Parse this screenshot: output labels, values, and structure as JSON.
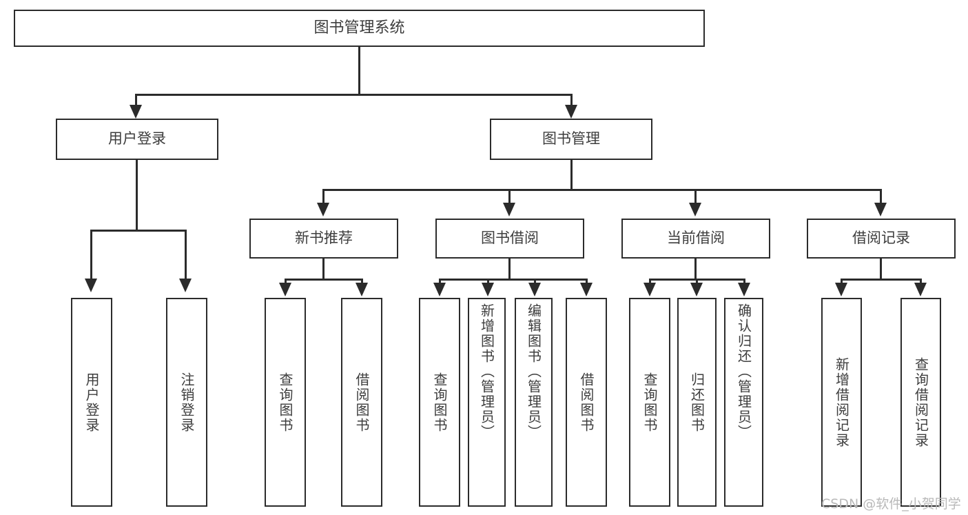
{
  "diagram": {
    "title": "图书管理系统",
    "type": "tree-hierarchy",
    "root": {
      "label": "图书管理系统"
    },
    "level2": [
      {
        "label": "用户登录"
      },
      {
        "label": "图书管理"
      }
    ],
    "level3": [
      {
        "label": "新书推荐"
      },
      {
        "label": "图书借阅"
      },
      {
        "label": "当前借阅"
      },
      {
        "label": "借阅记录"
      }
    ],
    "leaves": {
      "user_login": [
        {
          "label": "用户登录"
        },
        {
          "label": "注销登录"
        }
      ],
      "new_book_recommend": [
        {
          "label": "查询图书"
        },
        {
          "label": "借阅图书"
        }
      ],
      "book_borrow": [
        {
          "label": "查询图书"
        },
        {
          "label": "新增图书（管理员）"
        },
        {
          "label": "编辑图书（管理员）"
        },
        {
          "label": "借阅图书"
        }
      ],
      "current_borrow": [
        {
          "label": "查询图书"
        },
        {
          "label": "归还图书"
        },
        {
          "label": "确认归还（管理员）"
        }
      ],
      "borrow_record": [
        {
          "label": "新增借阅记录"
        },
        {
          "label": "查询借阅记录"
        }
      ]
    }
  },
  "watermark": {
    "text": "CSDN @软件_小贺同学"
  },
  "colors": {
    "border": "#2b2b2b",
    "text": "#3d3d3d",
    "background": "#ffffff",
    "watermark": "#b9b9b9"
  }
}
